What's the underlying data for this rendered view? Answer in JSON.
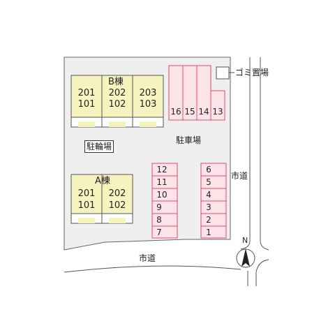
{
  "colors": {
    "site": "#efefef",
    "building_fill": "#f7f3bf",
    "building_stroke": "#555555",
    "parking_fill": "#fde4ea",
    "parking_stroke": "#e24a6a",
    "road": "#555555"
  },
  "building_b": {
    "title": "B棟",
    "units": [
      {
        "upper": "201",
        "lower": "101"
      },
      {
        "upper": "202",
        "lower": "102"
      },
      {
        "upper": "203",
        "lower": "103"
      }
    ]
  },
  "building_a": {
    "title": "A棟",
    "units": [
      {
        "upper": "201",
        "lower": "101"
      },
      {
        "upper": "202",
        "lower": "102"
      }
    ]
  },
  "bicycle_parking": "駐輪場",
  "parking_lot": "駐車場",
  "garbage": "ゴミ置場",
  "road_east": "市道",
  "road_south": "市道",
  "north_mark": "N",
  "parking_top": [
    "16",
    "15",
    "14",
    "13"
  ],
  "parking_left": [
    "12",
    "11",
    "10",
    "9",
    "8",
    "7"
  ],
  "parking_right": [
    "6",
    "5",
    "4",
    "3",
    "2",
    "1"
  ]
}
